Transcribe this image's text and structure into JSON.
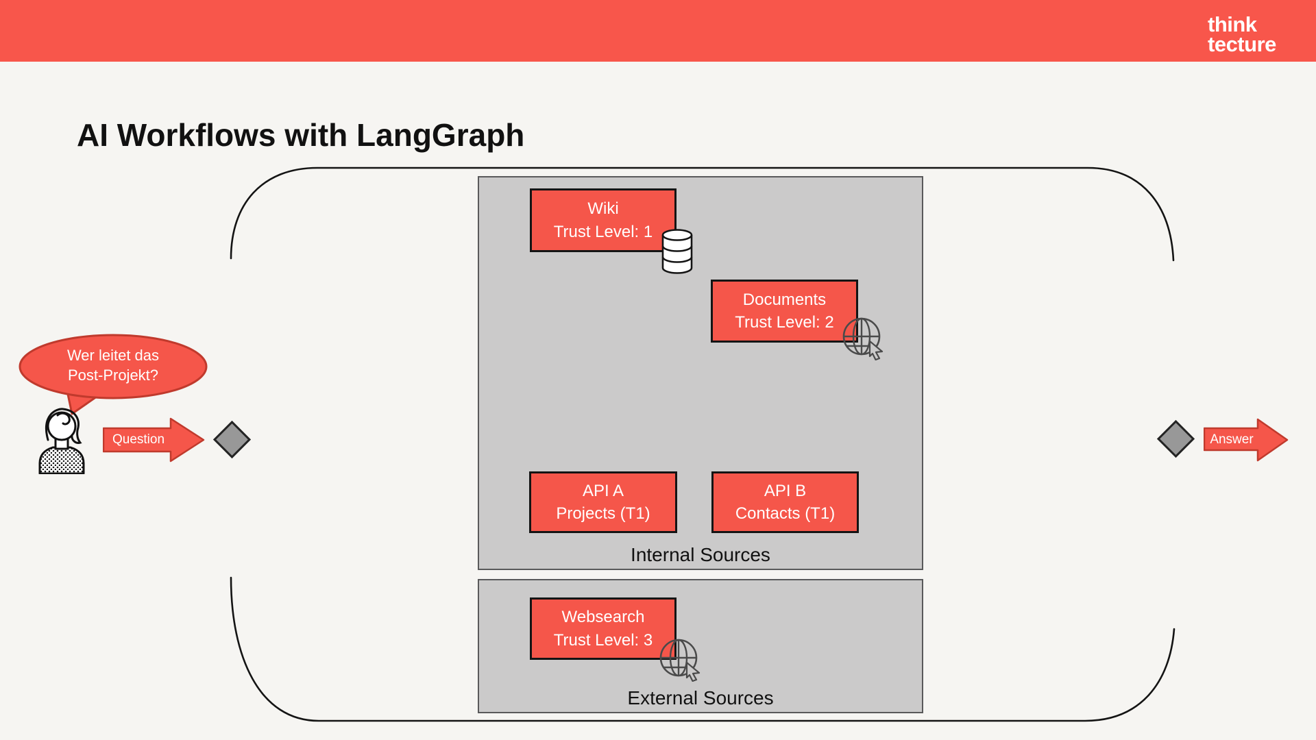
{
  "header": {
    "logo": {
      "line1": "think",
      "line2": "tecture"
    }
  },
  "title": "AI Workflows with LangGraph",
  "speech_bubble": {
    "line1": "Wer leitet das",
    "line2": "Post-Projekt?"
  },
  "flow": {
    "question_label": "Question",
    "answer_label": "Answer"
  },
  "groups": {
    "internal": {
      "label": "Internal Sources"
    },
    "external": {
      "label": "External Sources"
    }
  },
  "nodes": {
    "wiki": {
      "line1": "Wiki",
      "line2": "Trust Level: 1"
    },
    "documents": {
      "line1": "Documents",
      "line2": "Trust Level: 2"
    },
    "api_a": {
      "line1": "API A",
      "line2": "Projects (T1)"
    },
    "api_b": {
      "line1": "API B",
      "line2": "Contacts (T1)"
    },
    "websearch": {
      "line1": "Websearch",
      "line2": "Trust Level: 3"
    }
  },
  "icons": {
    "database": "database-icon",
    "globe_documents": "globe-pointer-icon",
    "globe_websearch": "globe-pointer-icon",
    "person": "person-icon",
    "diamond_left": "diamond-connector",
    "diamond_right": "diamond-connector"
  },
  "colors": {
    "header_red": "#F8564B",
    "node_red": "#F5564A",
    "red_border": "#C03A2D",
    "group_gray": "#CBCACA",
    "group_border": "#59595A",
    "diamond_gray": "#989898",
    "line_black": "#141414",
    "background": "#F6F5F2"
  }
}
